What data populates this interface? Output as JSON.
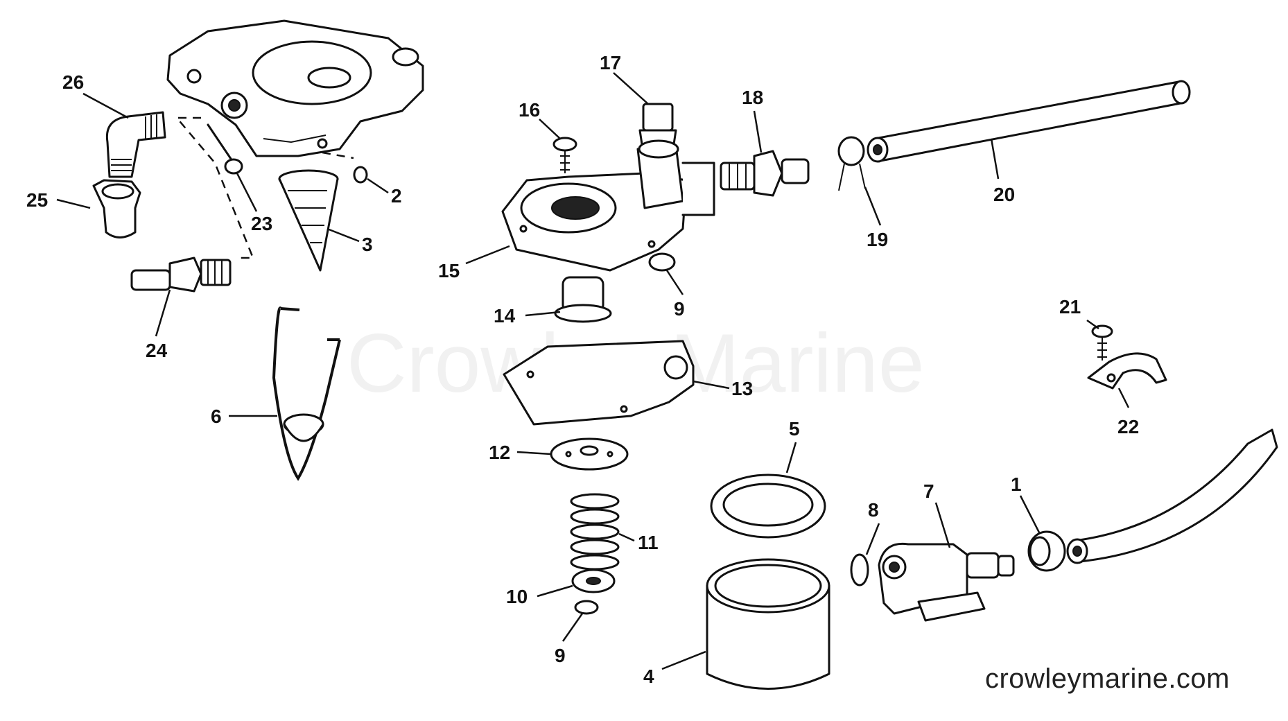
{
  "diagram": {
    "watermark": "Crowley Marine",
    "site_credit": "crowleymarine.com",
    "callouts": {
      "c1": "1",
      "c2": "2",
      "c3": "3",
      "c4": "4",
      "c5": "5",
      "c6": "6",
      "c7": "7",
      "c8": "8",
      "c9a": "9",
      "c9b": "9",
      "c10": "10",
      "c11": "11",
      "c12": "12",
      "c13": "13",
      "c14": "14",
      "c15": "15",
      "c16": "16",
      "c17": "17",
      "c18": "18",
      "c19": "19",
      "c20": "20",
      "c21": "21",
      "c22": "22",
      "c23": "23",
      "c24": "24",
      "c25": "25",
      "c26": "26"
    }
  }
}
